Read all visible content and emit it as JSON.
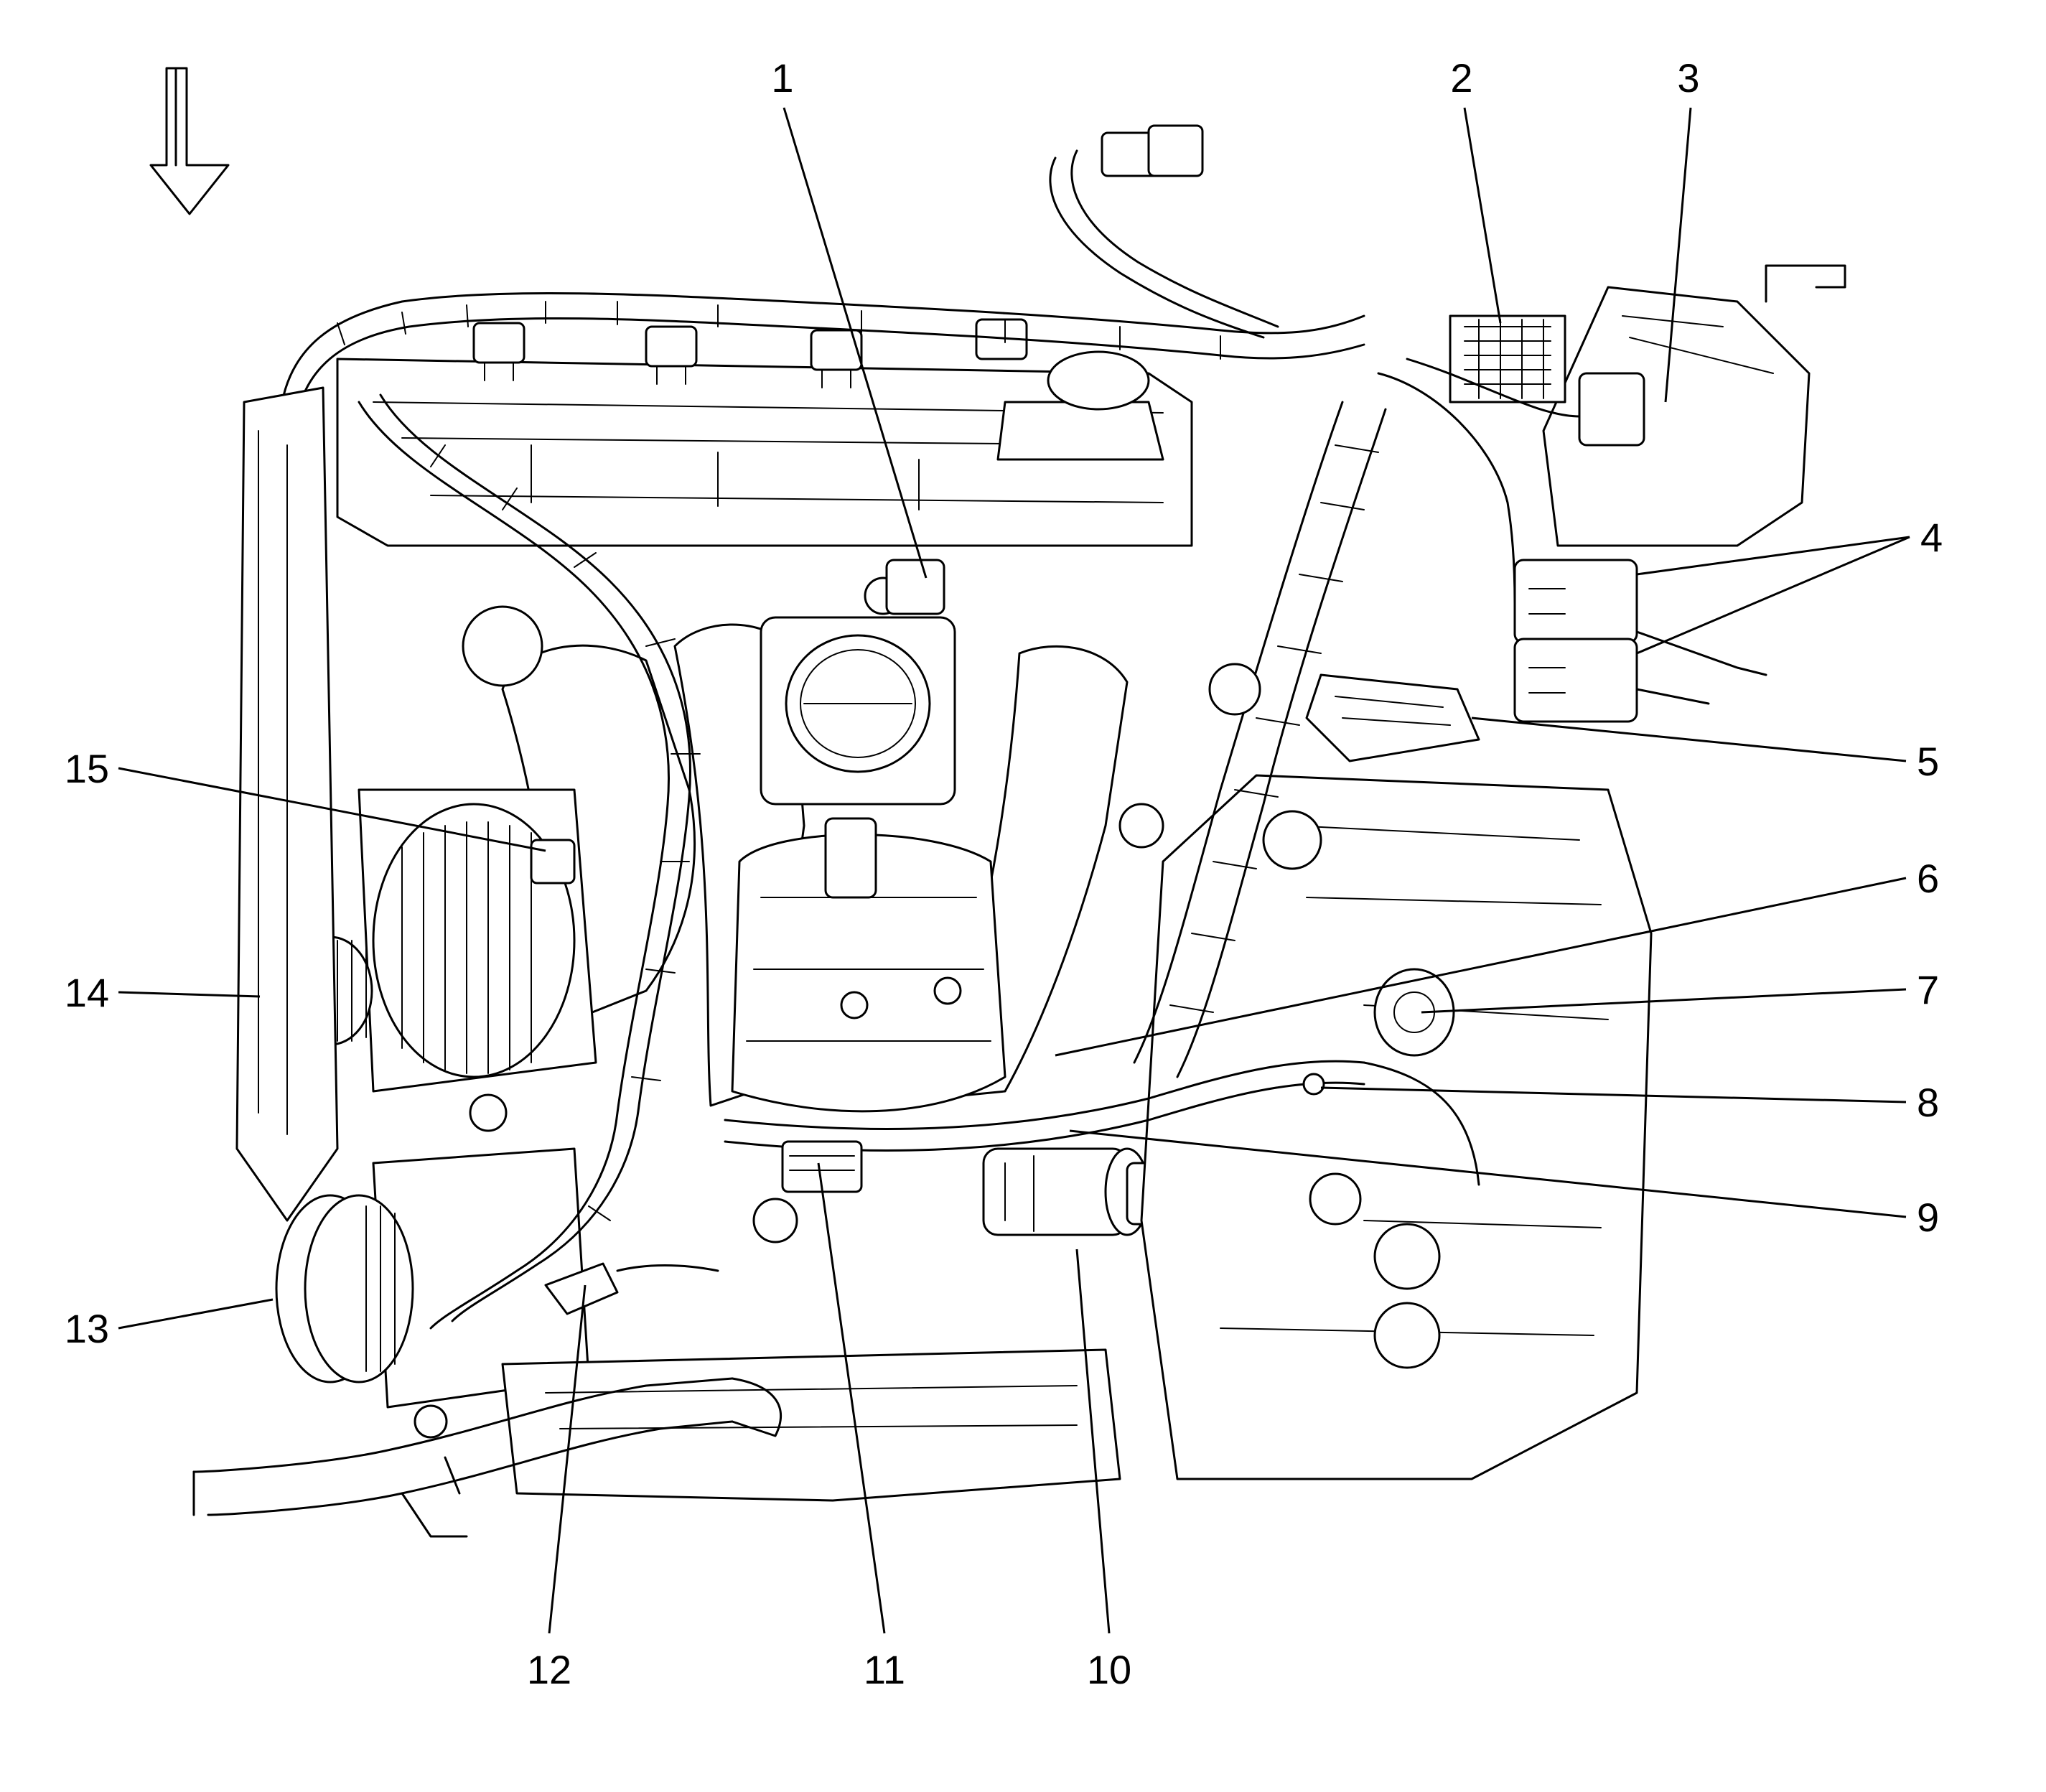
{
  "figure": {
    "orientation_arrow": "down-arrow-icon",
    "callouts": [
      {
        "id": "c1",
        "label": "1"
      },
      {
        "id": "c2",
        "label": "2"
      },
      {
        "id": "c3",
        "label": "3"
      },
      {
        "id": "c4",
        "label": "4"
      },
      {
        "id": "c5",
        "label": "5"
      },
      {
        "id": "c6",
        "label": "6"
      },
      {
        "id": "c7",
        "label": "7"
      },
      {
        "id": "c8",
        "label": "8"
      },
      {
        "id": "c9",
        "label": "9"
      },
      {
        "id": "c10",
        "label": "10"
      },
      {
        "id": "c11",
        "label": "11"
      },
      {
        "id": "c12",
        "label": "12"
      },
      {
        "id": "c13",
        "label": "13"
      },
      {
        "id": "c14",
        "label": "14"
      },
      {
        "id": "c15",
        "label": "15"
      }
    ]
  }
}
